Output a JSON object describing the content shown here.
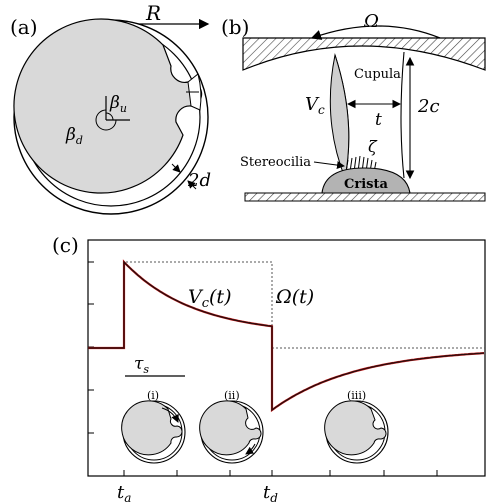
{
  "panel_a": {
    "label": "(a)",
    "radius_symbol": "R",
    "beta_u": "βu",
    "beta_d": "βd",
    "width_symbol": "2d"
  },
  "panel_b": {
    "label": "(b)",
    "omega": "Ω",
    "cupula": "Cupula",
    "vc": "Vc",
    "t": "t",
    "two_c": "2c",
    "zeta": "ζ",
    "stereocilia": "Stereocilia",
    "crista": "Crista"
  },
  "panel_c": {
    "label": "(c)",
    "vc_curve": "Vc(t)",
    "omega_curve": "Ω(t)",
    "tau_s": "τs",
    "inset_labels": [
      "(i)",
      "(ii)",
      "(iii)"
    ],
    "ta": "ta",
    "td": "td"
  },
  "colors": {
    "fill_gray": "#d9d9d9",
    "curve_dark": "#2a0d0d",
    "curve_red": "#d11a1a",
    "crista_gray": "#b3b3b3"
  }
}
